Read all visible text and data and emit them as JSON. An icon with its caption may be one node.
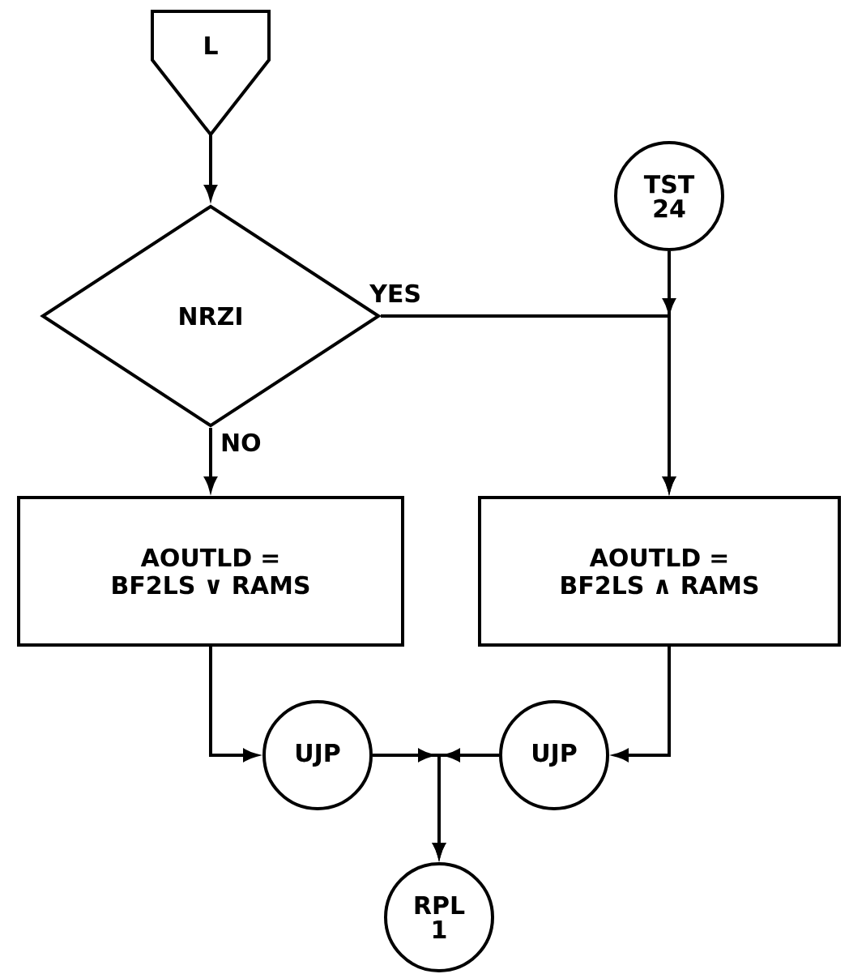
{
  "diagram": {
    "nodes": [
      {
        "text": [
          "L"
        ]
      },
      {
        "text": [
          "NRZI"
        ]
      },
      {
        "text": [
          "TST 24"
        ]
      },
      {
        "text": [
          "AOUTLD = BF2LS ∨ RAMS"
        ]
      },
      {
        "text": [
          "AOUTLD = BF2LS ∧ RAMS"
        ]
      },
      {
        "text": [
          "UJP"
        ]
      },
      {
        "text": [
          "UJP"
        ]
      },
      {
        "text": [
          "RPL 1"
        ]
      }
    ],
    "edges": [
      {
        "from": 0,
        "to": 1,
        "arrow": "to"
      },
      {
        "from": 1,
        "to": 4,
        "arrow": "to",
        "label": "YES"
      },
      {
        "from": 1,
        "to": 3,
        "arrow": "to",
        "label": "NO"
      },
      {
        "from": 2,
        "to": 4,
        "arrow": "to"
      },
      {
        "from": 3,
        "to": 5,
        "arrow": "to"
      },
      {
        "from": 4,
        "to": 6,
        "arrow": "to"
      },
      {
        "from": 5,
        "to": 7,
        "arrow": "to"
      },
      {
        "from": 6,
        "to": 7,
        "arrow": "to"
      }
    ]
  }
}
